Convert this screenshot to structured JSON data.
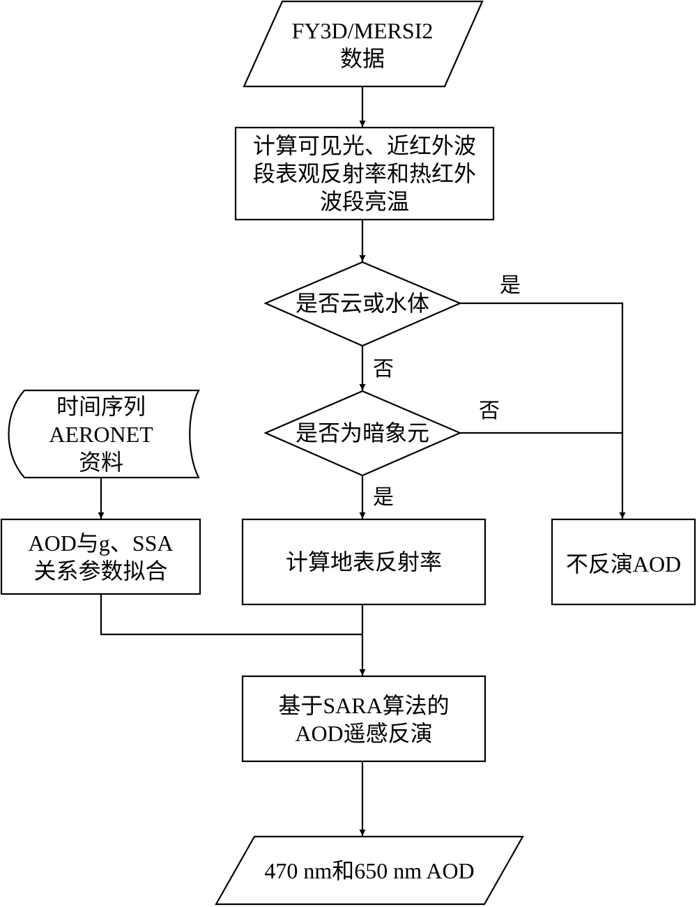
{
  "nodes": {
    "input_data": [
      "FY3D/MERSI2",
      "数据"
    ],
    "compute_toa": [
      "计算可见光、近红外波",
      "段表观反射率和热红外",
      "波段亮温"
    ],
    "cloud_water": [
      "是否云或水体"
    ],
    "dark_pixel": [
      "是否为暗象元"
    ],
    "aeronet": [
      "时间序列",
      "AERONET",
      "资料"
    ],
    "fit": [
      "AOD与g、SSA",
      "关系参数拟合"
    ],
    "surface": [
      "计算地表反射率"
    ],
    "no_retrieval": [
      "不反演AOD"
    ],
    "sara": [
      "基于SARA算法的",
      "AOD遥感反演"
    ],
    "output": [
      "470 nm和650 nm AOD"
    ]
  },
  "edges": {
    "cloud_yes": "是",
    "cloud_no": "否",
    "dark_no": "否",
    "dark_yes": "是"
  }
}
